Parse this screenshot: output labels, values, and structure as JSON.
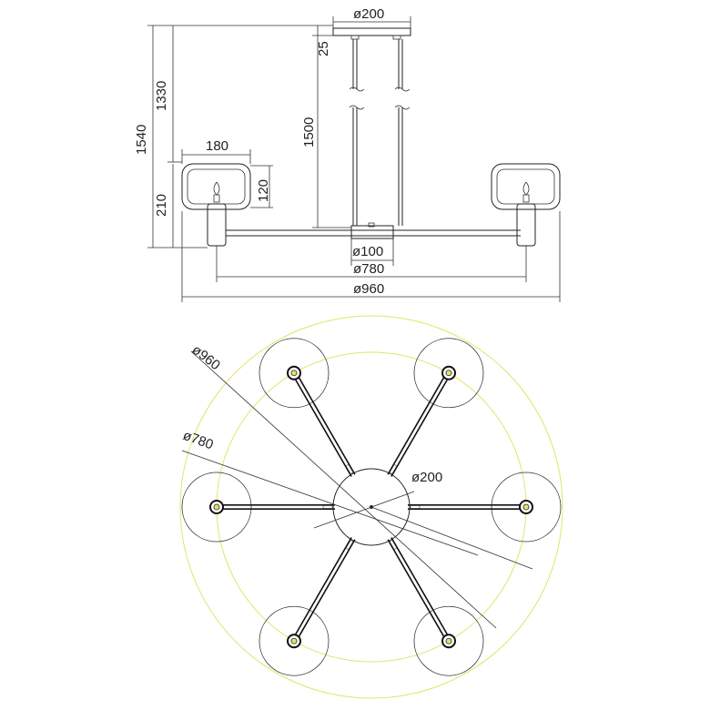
{
  "colors": {
    "line": "#222222",
    "guide_circle": "#e3e36a",
    "background": "#ffffff"
  },
  "side_view": {
    "dims": {
      "top_plate_diameter": "ø200",
      "canopy_height": "25",
      "drop_height": "1330",
      "overall_height": "1540",
      "rod_length": "1500",
      "shade_width": "180",
      "shade_height": "120",
      "lamp_height": "210",
      "hub_diameter": "ø100",
      "arm_span": "ø780",
      "overall_span": "ø960"
    }
  },
  "top_view": {
    "dims": {
      "outer_circle": "ø960",
      "arm_circle": "ø780",
      "hub_circle": "ø200"
    },
    "arm_count": 6
  }
}
